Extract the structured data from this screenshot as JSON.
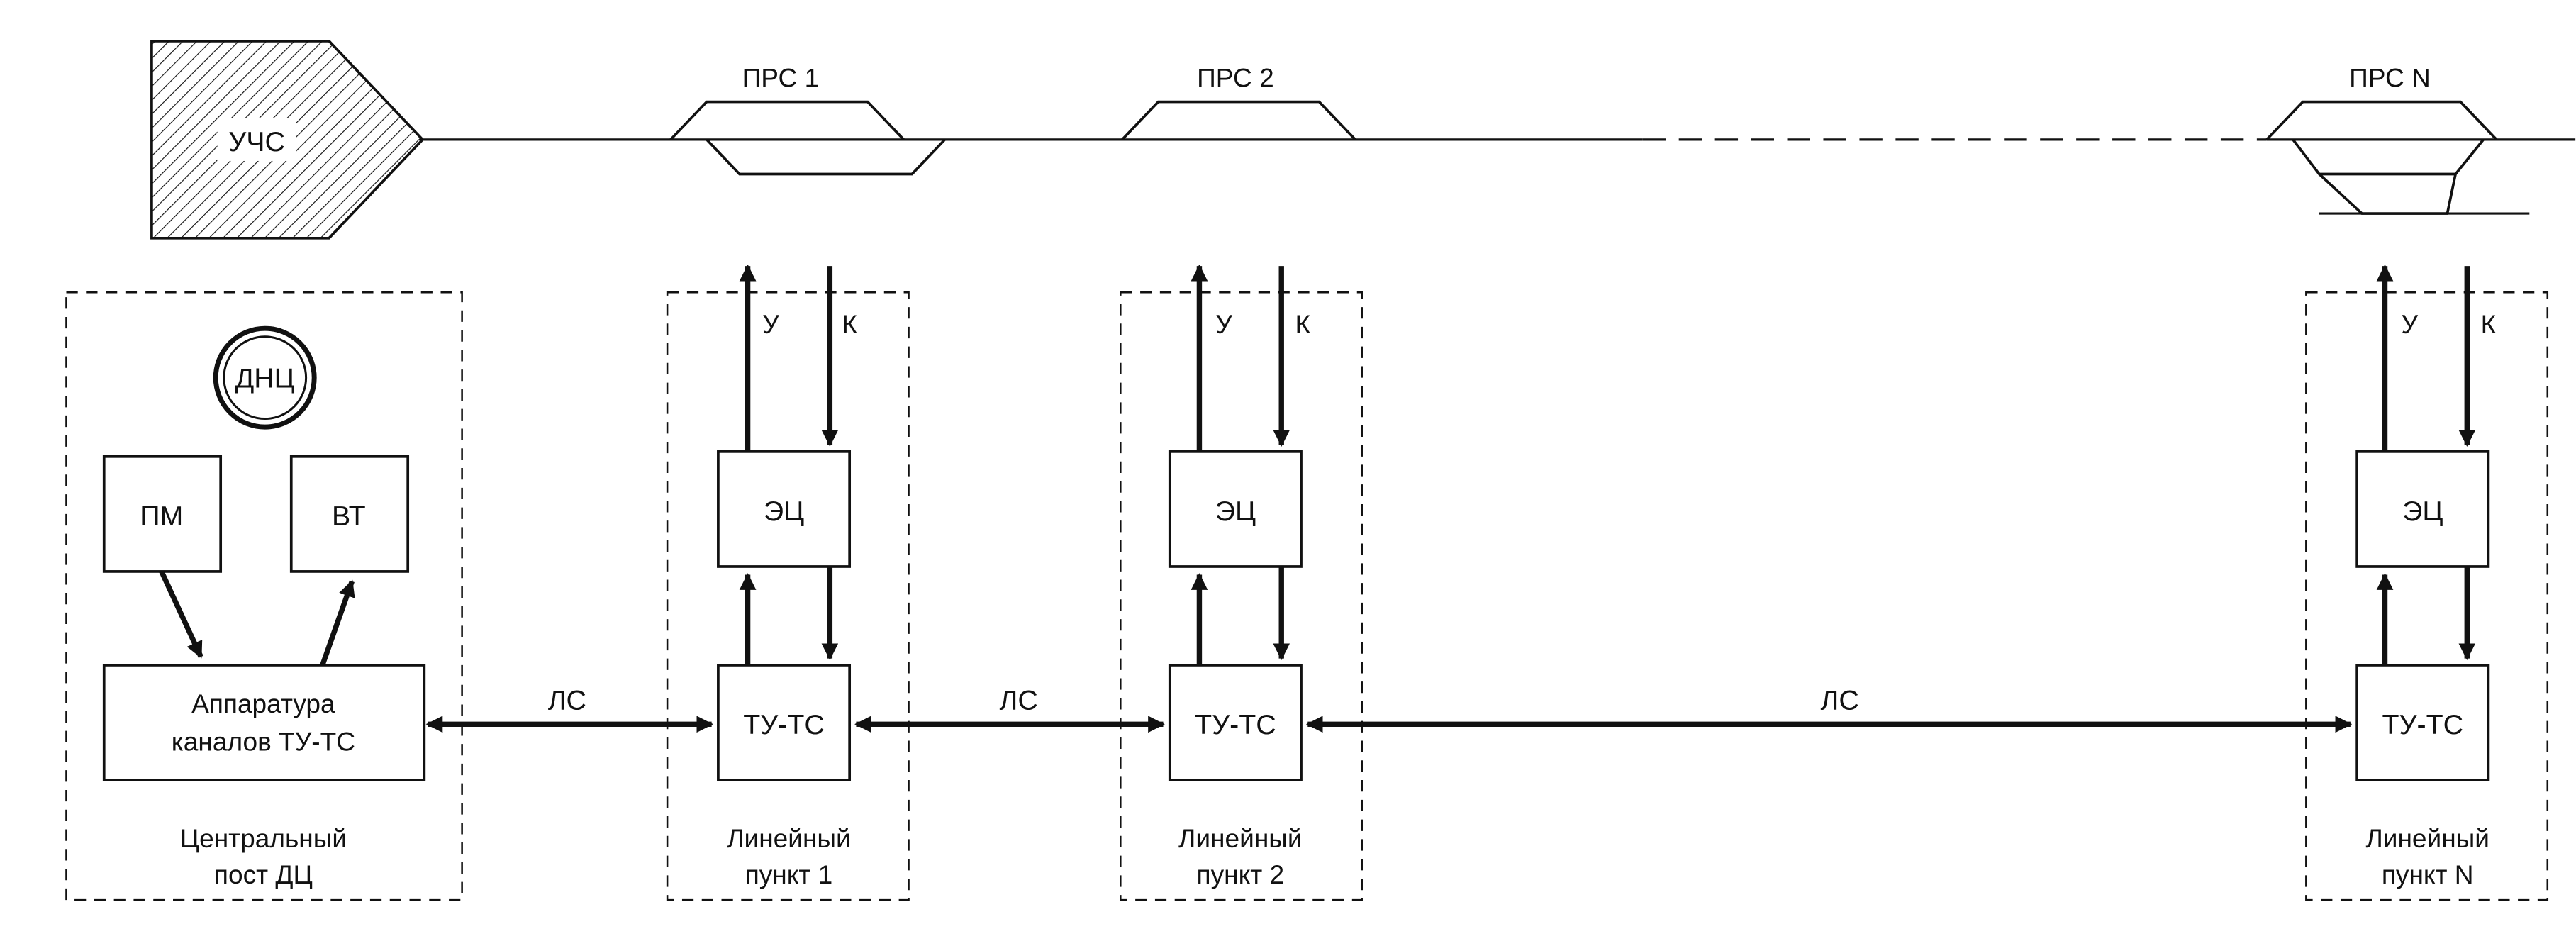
{
  "track": {
    "section_label": "УЧС",
    "stations": [
      {
        "label": "ПРС 1"
      },
      {
        "label": "ПРС 2"
      },
      {
        "label": "ПРС N"
      }
    ]
  },
  "central_post": {
    "caption_line1": "Центральный",
    "caption_line2": "пост ДЦ",
    "dispatcher": "ДНЦ",
    "pm": "ПМ",
    "vt": "ВТ",
    "equipment_line1": "Аппаратура",
    "equipment_line2": "каналов ТУ-ТС"
  },
  "line_points": [
    {
      "ec": "ЭЦ",
      "tuts": "ТУ-ТС",
      "u": "У",
      "k": "К",
      "caption_line1": "Линейный",
      "caption_line2": "пункт 1"
    },
    {
      "ec": "ЭЦ",
      "tuts": "ТУ-ТС",
      "u": "У",
      "k": "К",
      "caption_line1": "Линейный",
      "caption_line2": "пункт 2"
    },
    {
      "ec": "ЭЦ",
      "tuts": "ТУ-ТС",
      "u": "У",
      "k": "К",
      "caption_line1": "Линейный",
      "caption_line2": "пункт N"
    }
  ],
  "links": [
    {
      "label": "ЛС"
    },
    {
      "label": "ЛС"
    },
    {
      "label": "ЛС"
    }
  ]
}
